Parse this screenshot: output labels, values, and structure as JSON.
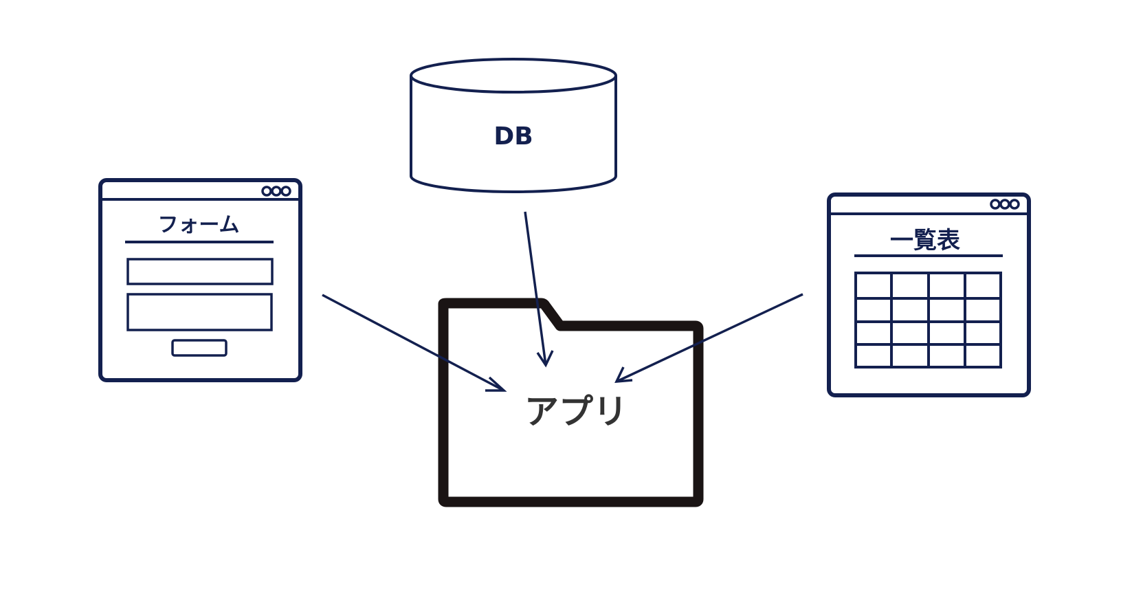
{
  "labels": {
    "form_title": "フォーム",
    "db": "DB",
    "list_title": "一覧表",
    "app": "アプリ"
  },
  "colors": {
    "navy": "#13204f",
    "folder_outline": "#1a1414",
    "app_text": "#333333",
    "background": "#ffffff"
  },
  "window_controls_icon": "three-dots-icon",
  "list_table": {
    "rows": 4,
    "columns": 4
  }
}
